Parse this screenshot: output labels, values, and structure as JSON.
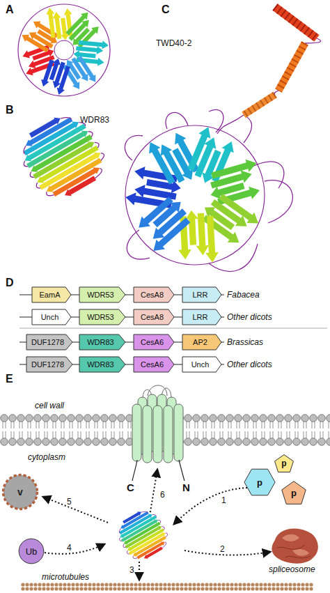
{
  "diagram": {
    "nodes": [
      {
        "text": [
          "EamA"
        ]
      },
      {
        "text": [
          "WDR53"
        ]
      },
      {
        "text": [
          "CesA8"
        ]
      },
      {
        "text": [
          "LRR"
        ]
      },
      {
        "text": [
          "Unch"
        ]
      },
      {
        "text": [
          "WDR53"
        ]
      },
      {
        "text": [
          "CesA8"
        ]
      },
      {
        "text": [
          "LRR"
        ]
      },
      {
        "text": [
          "DUF1278"
        ]
      },
      {
        "text": [
          "WDR83"
        ]
      },
      {
        "text": [
          "CesA6"
        ]
      },
      {
        "text": [
          "AP2"
        ]
      },
      {
        "text": [
          "DUF1278"
        ]
      },
      {
        "text": [
          "WDR83"
        ]
      },
      {
        "text": [
          "CesA6"
        ]
      },
      {
        "text": [
          "Unch"
        ]
      },
      {
        "text": [
          "p"
        ]
      },
      {
        "text": [
          "p"
        ]
      },
      {
        "text": [
          "p"
        ]
      },
      {
        "text": [
          "v"
        ]
      },
      {
        "text": [
          "Ub"
        ]
      }
    ],
    "labels": [
      "A",
      "C",
      "TWD40-2",
      "B",
      "WDR83",
      "D",
      "Fabacea",
      "Other dicots",
      "Brassicas",
      "Other dicots",
      "E",
      "cell wall",
      "cytoplasm",
      "C",
      "N",
      "1",
      "5",
      "6",
      "4",
      "2",
      "spliceosome",
      "3",
      "microtubules"
    ]
  }
}
